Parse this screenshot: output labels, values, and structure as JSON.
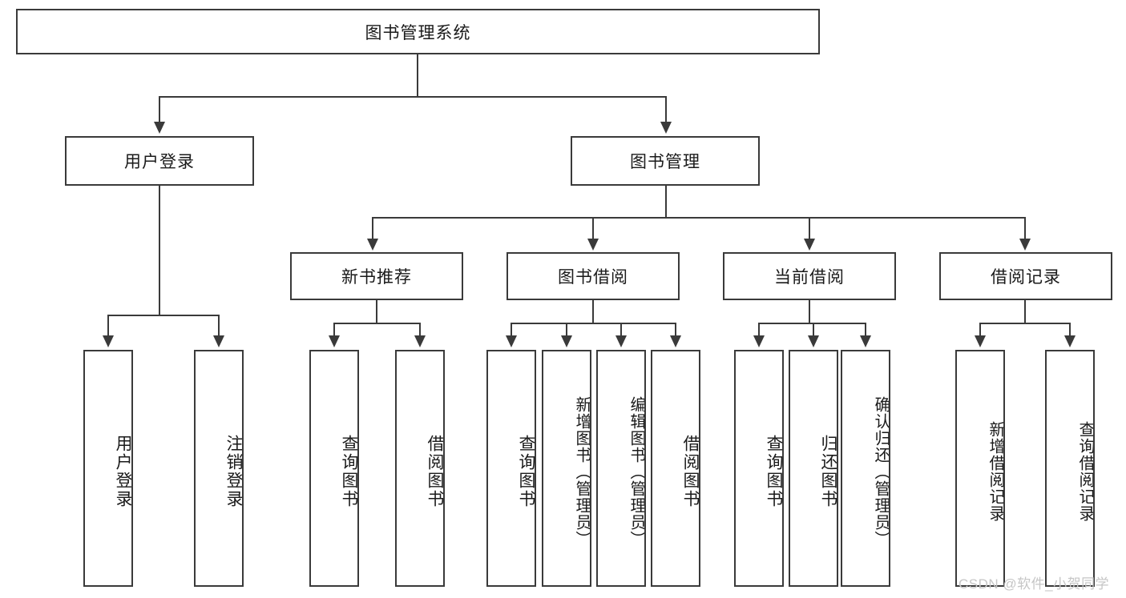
{
  "diagram": {
    "type": "tree-hierarchy-diagram",
    "root": {
      "label": "图书管理系统"
    },
    "level1": [
      {
        "label": "用户登录"
      },
      {
        "label": "图书管理"
      }
    ],
    "level2": [
      {
        "label": "新书推荐"
      },
      {
        "label": "图书借阅"
      },
      {
        "label": "当前借阅"
      },
      {
        "label": "借阅记录"
      }
    ],
    "leaves": {
      "user_login": [
        {
          "label": "用户登录"
        },
        {
          "label": "注销登录"
        }
      ],
      "new_book_recommend": [
        {
          "label": "查询图书"
        },
        {
          "label": "借阅图书"
        }
      ],
      "book_borrow": [
        {
          "label": "查询图书"
        },
        {
          "label": "新增图书（管理员）"
        },
        {
          "label": "编辑图书（管理员）"
        },
        {
          "label": "借阅图书"
        }
      ],
      "current_borrow": [
        {
          "label": "查询图书"
        },
        {
          "label": "归还图书"
        },
        {
          "label": "确认归还（管理员）"
        }
      ],
      "borrow_record": [
        {
          "label": "新增借阅记录"
        },
        {
          "label": "查询借阅记录"
        }
      ]
    }
  },
  "watermark": {
    "text": "CSDN @软件_小贺同学"
  },
  "colors": {
    "border": "#3a3a3a",
    "background": "#ffffff",
    "text": "#1a1a1a",
    "watermark": "#c6c6c6"
  }
}
